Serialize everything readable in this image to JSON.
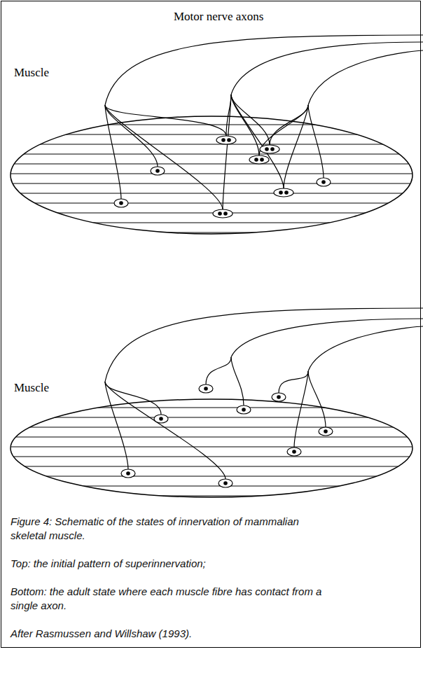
{
  "diagram": {
    "caption": "Figure 4: Schematic of the states of innervation of mammalian skeletal muscle.",
    "labels": [
      "Motor nerve axons",
      "Muscle",
      "Muscle",
      "Top: the initial pattern of superinnervation;",
      "Bottom: the adult state where each muscle fibre has contact from a single axon.",
      "After Rasmussen and Willshaw (1993)."
    ]
  }
}
